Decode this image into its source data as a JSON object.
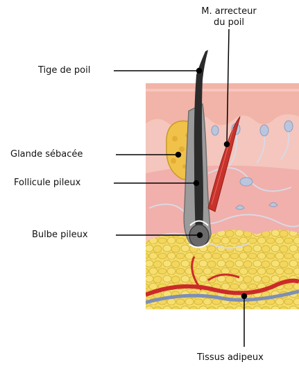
{
  "diagram": {
    "labels": {
      "arrector_line1": "M. arrecteur",
      "arrector_line2": "du poil",
      "hair_shaft": "Tige de poil",
      "sebaceous_gland": "Glande sébacée",
      "hair_follicle": "Follicule pileux",
      "hair_bulb": "Bulbe pileux",
      "adipose_tissue": "Tissus adipeux"
    },
    "colors": {
      "epidermis": "#f2b4a8",
      "dermis": "#f4c6bd",
      "dermis_deep": "#ef9f9c",
      "fat": "#f4dc6a",
      "fat_edge": "#d9b93a",
      "gland": "#f0c24a",
      "hair": "#2b2b2b",
      "follicle": "#8f8f8f",
      "muscle": "#c8322b",
      "artery": "#cc2a2a",
      "vein": "#7e8fb5",
      "nerve": "#d9d9e6",
      "leader": "#000000"
    }
  }
}
